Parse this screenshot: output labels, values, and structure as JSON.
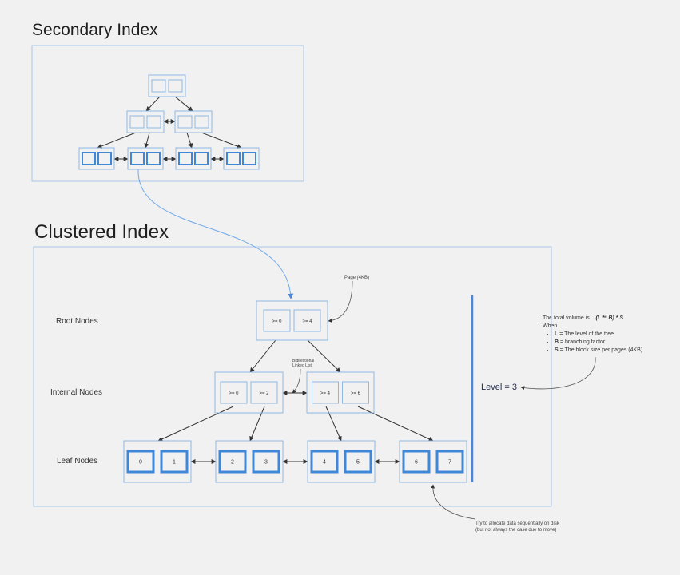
{
  "secondary": {
    "title": "Secondary Index"
  },
  "clustered": {
    "title": "Clustered Index",
    "row_labels": {
      "root": "Root Nodes",
      "internal": "Internal Nodes",
      "leaf": "Leaf Nodes"
    },
    "root_keys": [
      ">= 0",
      ">= 4"
    ],
    "internal_keys": [
      [
        ">= 0",
        ">= 2"
      ],
      [
        ">= 4",
        ">= 6"
      ]
    ],
    "leaf_keys": [
      [
        "0",
        "1"
      ],
      [
        "2",
        "3"
      ],
      [
        "4",
        "5"
      ],
      [
        "6",
        "7"
      ]
    ],
    "page_note": "Page (4KB)",
    "linked_list_note_line1": "Bidirectional",
    "linked_list_note_line2": "Linked List",
    "level_label": "Level = 3",
    "sequential_note_line1": "Try to allocate data sequentially on disk",
    "sequential_note_line2": "(but not always the case due to move)"
  },
  "formula": {
    "intro": "The total volume is... ",
    "expr": "(L ** B) * S",
    "when": "When...",
    "items": [
      {
        "key": "L",
        "text": " = The level of the tree"
      },
      {
        "key": "B",
        "text": " = branching factor"
      },
      {
        "key": "S",
        "text": " = The block size per pages (4KB)"
      }
    ]
  },
  "colors": {
    "frame": "#a9c6e8",
    "node_border": "#8fb6e3",
    "leaf_border": "#3f88d8",
    "arrow": "#333333",
    "level_bar": "#4a86d9",
    "curve": "#6fa9ea"
  }
}
